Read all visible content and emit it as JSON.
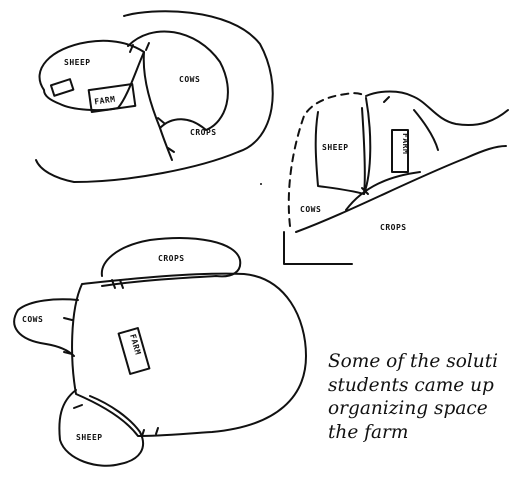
{
  "sketches": [
    {
      "labels": {
        "sheep": "SHEEP",
        "farm": "FARM",
        "cows": "COWS",
        "crops": "CROPS"
      }
    },
    {
      "labels": {
        "sheep": "SHEEP",
        "farm": "FARM",
        "cows": "COWS",
        "crops": "CROPS"
      }
    },
    {
      "labels": {
        "crops": "CROPS",
        "cows": "COWS",
        "farm": "FARM",
        "sheep": "SHEEP"
      }
    }
  ],
  "caption": {
    "lines": [
      "Some of the soluti",
      "students came up",
      "organizing space",
      "the farm"
    ]
  }
}
